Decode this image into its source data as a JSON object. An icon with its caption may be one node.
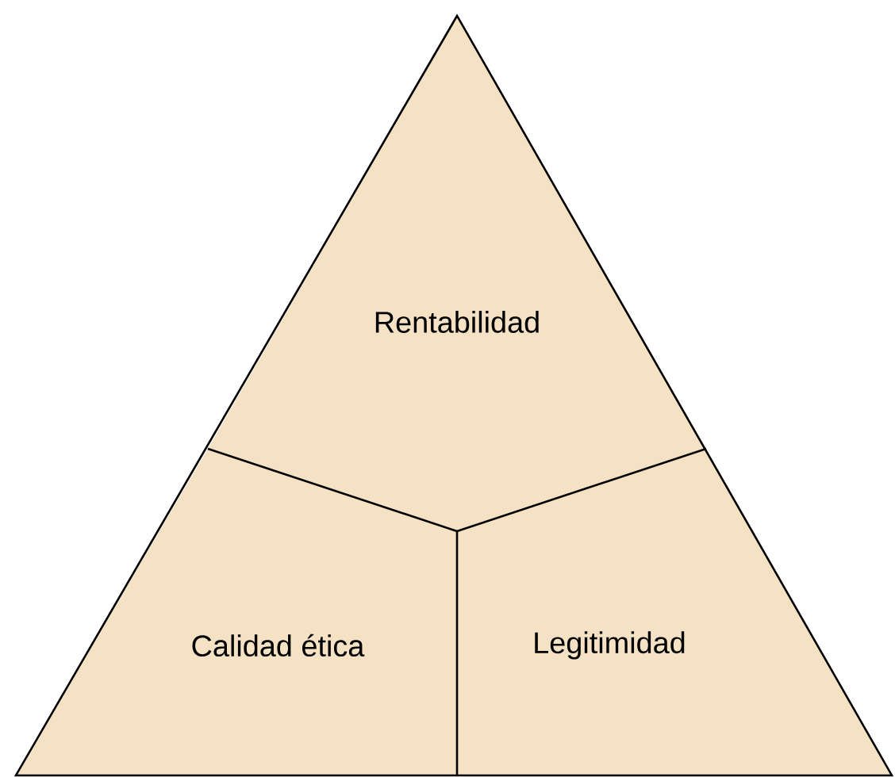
{
  "diagram": {
    "nodes": [
      {
        "text": [
          "Rentabilidad"
        ]
      },
      {
        "text": [
          "Calidad ética"
        ]
      },
      {
        "text": [
          "Legitimidad"
        ]
      }
    ]
  }
}
